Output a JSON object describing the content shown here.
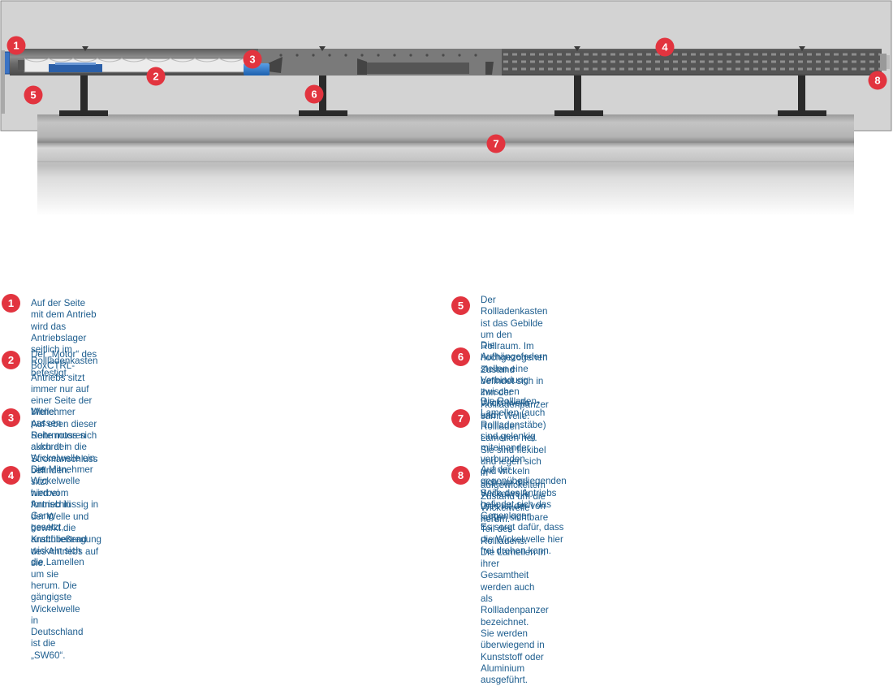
{
  "diagram": {
    "title": "BoxCTRL Rollladen-Antrieb Aufbau",
    "markers": [
      "1",
      "2",
      "3",
      "4",
      "5",
      "6",
      "7",
      "8"
    ]
  },
  "legend": [
    {
      "number": "1",
      "text": "Auf der Seite mit dem Antrieb wird das Antriebslager seitlich im Rollladenkasten befestigt."
    },
    {
      "number": "2",
      "text": "Der „Motor“ des BoxCTRL-Antriebs sitzt immer nur auf einer Seite der Welle.\nAuf eben dieser Seite muss sich auch der Stromanschluss befinden."
    },
    {
      "number": "3",
      "text": "Mitnehmer passen Rohrmotoren akkurat in die Wickelwelle ein. Der Mitnehmer sitzt\nhierbei formschlüssig in der Welle und bewirkt die Kraftübertragung des Antriebs auf sie."
    },
    {
      "number": "4",
      "text": "Die Wickelwelle wird vom Antrieb in Gang gesetzt, anschließend wickeln sich\ndie Lamellen um sie herum. Die gängigste Wickelwelle in Deutschland ist die „SW60“."
    },
    {
      "number": "5",
      "text": "Der Rollladenkasten ist das Gebilde um den Rollraum. Im hochgezogenen Zustand\nbefindet sich in ihm der Rollladenpanzer samt Welle."
    },
    {
      "number": "6",
      "text": "Die Aufhängefedern stellen eine Verbindung zwischen Wickelwelle und\nRollladen-Lamellen her. Sie sind flexibel und legen sich in aufgewickeltem\nZustand um die Wickelwelle herum."
    },
    {
      "number": "7",
      "text": "Die Rollladen-Lamellen (auch Rollladenstäbe) sind gelenkig miteinander verbunden\nund wickeln sich um die Wickelwelle. Dies ist der von außen sichtbare Teil des Rollladens.\nDie Lamellen in ihrer Gesamtheit werden auch als Rollladenpanzer bezeichnet.\nSie werden überwiegend in Kunststoff oder Aluminium ausgeführt."
    },
    {
      "number": "8",
      "text": "Auf der gegenüberliegenden Seite des Antriebs befindet sich das Gegenlager.\nEs sorgt dafür, dass die Wickelwelle hier frei drehen kann."
    }
  ],
  "colors": {
    "badge": "#e2343f",
    "text": "#1d5d8e",
    "box": "#d3d3d3",
    "motor": "#2e78c8"
  }
}
